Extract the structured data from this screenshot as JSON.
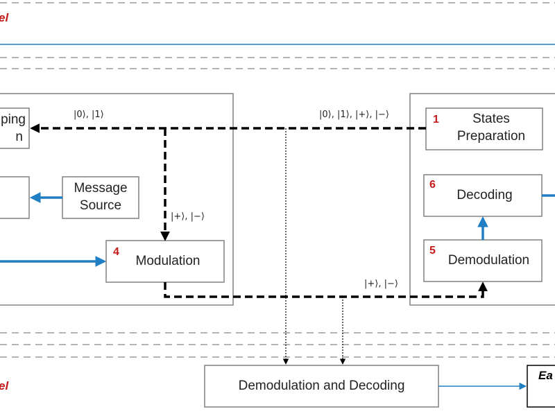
{
  "channel_top_label": "el",
  "channel_bottom_label": "el",
  "left_party": {
    "box_top_text_line1": "ping",
    "box_top_text_line2": "n",
    "message_source_line1": "Message",
    "message_source_line2": "Source",
    "modulation": {
      "number": "4",
      "label": "Modulation"
    },
    "states_top": "|0⟩, |1⟩",
    "states_vertical": "|+⟩, |−⟩"
  },
  "right_party": {
    "states_preparation": {
      "number": "1",
      "line1": "States",
      "line2": "Preparation"
    },
    "decoding": {
      "number": "6",
      "label": "Decoding"
    },
    "demodulation": {
      "number": "5",
      "label": "Demodulation"
    },
    "states_top": "|0⟩, |1⟩, |+⟩, |−⟩",
    "states_bottom": "|+⟩, |−⟩"
  },
  "eavesdropper": {
    "demod_decoding": "Demodulation and Decoding",
    "box_partial_label": "Ea"
  },
  "colors": {
    "accent_blue": "#1f7fc2",
    "number_red": "#c41a1a",
    "border_gray": "#808080",
    "dash_gray": "#9a9a9a"
  }
}
